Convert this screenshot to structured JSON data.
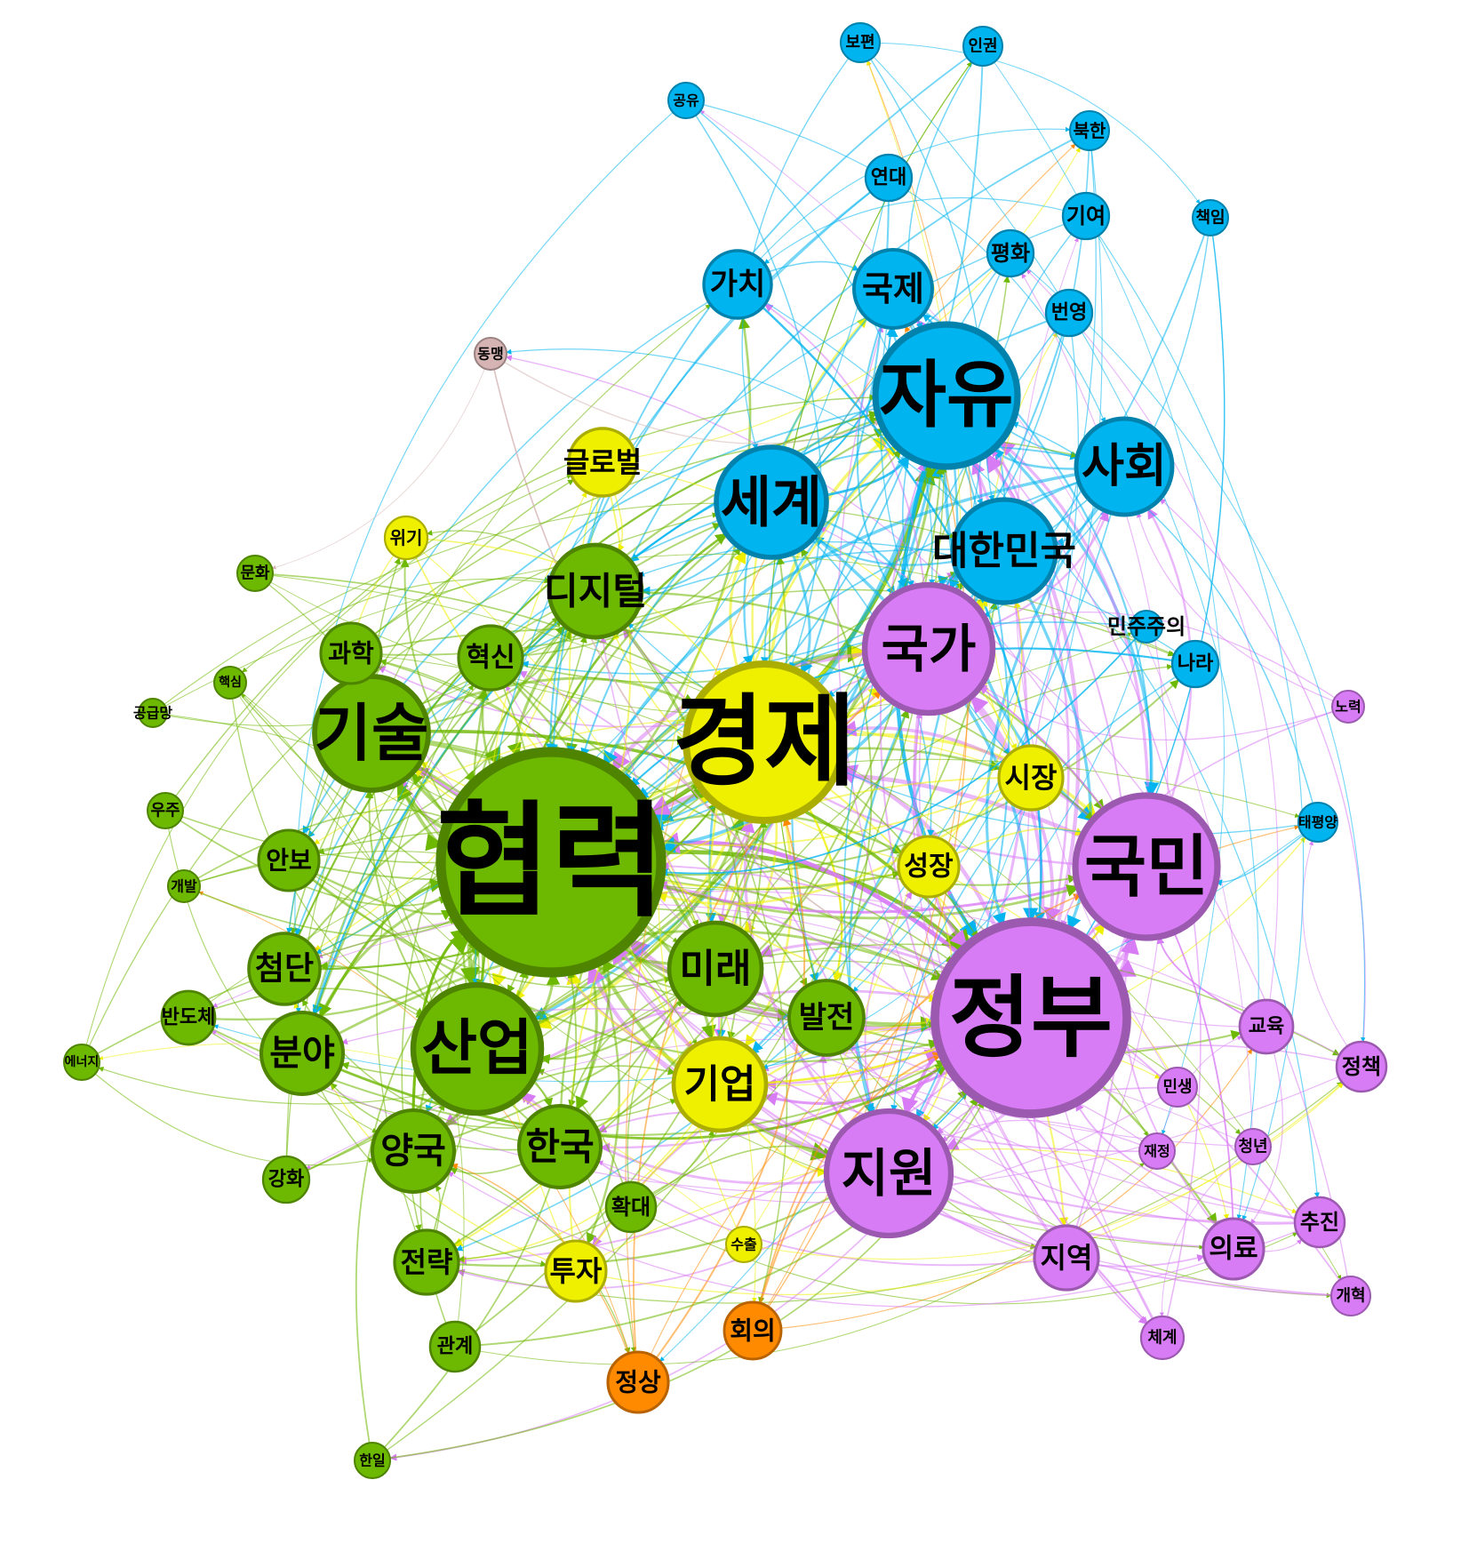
{
  "colors": {
    "blue": "#00b4f0",
    "purple": "#d87cf5",
    "yellow": "#eef000",
    "green": "#6db800",
    "orange": "#ff8a00",
    "pink": "#d6b4b4"
  },
  "nodes": [
    {
      "id": "hyeomnyeok",
      "label": "협력",
      "group": "green"
    },
    {
      "id": "gyeongje",
      "label": "경제",
      "group": "yellow"
    },
    {
      "id": "jeongbu",
      "label": "정부",
      "group": "purple"
    },
    {
      "id": "jayu",
      "label": "자유",
      "group": "blue"
    },
    {
      "id": "gukmin",
      "label": "국민",
      "group": "purple"
    },
    {
      "id": "gisul",
      "label": "기술",
      "group": "green"
    },
    {
      "id": "segye",
      "label": "세계",
      "group": "blue"
    },
    {
      "id": "sanup",
      "label": "산업",
      "group": "green"
    },
    {
      "id": "gukga",
      "label": "국가",
      "group": "purple"
    },
    {
      "id": "jiwon",
      "label": "지원",
      "group": "purple"
    },
    {
      "id": "sahoe",
      "label": "사회",
      "group": "blue"
    },
    {
      "id": "daehanminguk",
      "label": "대한민국",
      "group": "blue"
    },
    {
      "id": "dijiteol",
      "label": "디지털",
      "group": "green"
    },
    {
      "id": "mirae",
      "label": "미래",
      "group": "green"
    },
    {
      "id": "hanguk",
      "label": "한국",
      "group": "green"
    },
    {
      "id": "yangguk",
      "label": "양국",
      "group": "green"
    },
    {
      "id": "bunya",
      "label": "분야",
      "group": "green"
    },
    {
      "id": "gieop",
      "label": "기업",
      "group": "yellow"
    },
    {
      "id": "gukje",
      "label": "국제",
      "group": "blue"
    },
    {
      "id": "balijeon",
      "label": "발전",
      "group": "green"
    },
    {
      "id": "cheomdan",
      "label": "첨단",
      "group": "green"
    },
    {
      "id": "gachi",
      "label": "가치",
      "group": "blue"
    },
    {
      "id": "geullobeol",
      "label": "글로벌",
      "group": "yellow"
    },
    {
      "id": "sijang",
      "label": "시장",
      "group": "yellow"
    },
    {
      "id": "seongjang",
      "label": "성장",
      "group": "yellow"
    },
    {
      "id": "hyeoksin",
      "label": "혁신",
      "group": "green"
    },
    {
      "id": "gwahak",
      "label": "과학",
      "group": "green"
    },
    {
      "id": "anbo",
      "label": "안보",
      "group": "green"
    },
    {
      "id": "jeollyak",
      "label": "전략",
      "group": "green"
    },
    {
      "id": "tuja",
      "label": "투자",
      "group": "yellow"
    },
    {
      "id": "jiyeok",
      "label": "지역",
      "group": "purple"
    },
    {
      "id": "uiryo",
      "label": "의료",
      "group": "purple"
    },
    {
      "id": "jeongsang",
      "label": "정상",
      "group": "orange"
    },
    {
      "id": "hoeui",
      "label": "회의",
      "group": "orange"
    },
    {
      "id": "hwakdae",
      "label": "확대",
      "group": "green"
    },
    {
      "id": "gwangye",
      "label": "관계",
      "group": "green"
    },
    {
      "id": "ganghwa",
      "label": "강화",
      "group": "green"
    },
    {
      "id": "bandoche",
      "label": "반도체",
      "group": "green"
    },
    {
      "id": "gyoyuk",
      "label": "교육",
      "group": "purple"
    },
    {
      "id": "jeongchaek",
      "label": "정책",
      "group": "purple"
    },
    {
      "id": "chujin",
      "label": "추진",
      "group": "purple"
    },
    {
      "id": "minsaeng",
      "label": "민생",
      "group": "purple"
    },
    {
      "id": "cheongnyeon",
      "label": "청년",
      "group": "purple"
    },
    {
      "id": "jaejeong",
      "label": "재정",
      "group": "purple"
    },
    {
      "id": "chegye",
      "label": "체계",
      "group": "purple"
    },
    {
      "id": "gaehyeok",
      "label": "개혁",
      "group": "purple"
    },
    {
      "id": "noryeok",
      "label": "노력",
      "group": "purple"
    },
    {
      "id": "taepyeongyang",
      "label": "태평양",
      "group": "blue"
    },
    {
      "id": "nara",
      "label": "나라",
      "group": "blue"
    },
    {
      "id": "minjujuui",
      "label": "민주주의",
      "group": "blue"
    },
    {
      "id": "pyeonghwa",
      "label": "평화",
      "group": "blue"
    },
    {
      "id": "beonyeong",
      "label": "번영",
      "group": "blue"
    },
    {
      "id": "giyeo",
      "label": "기여",
      "group": "blue"
    },
    {
      "id": "chaegim",
      "label": "책임",
      "group": "blue"
    },
    {
      "id": "yeondae",
      "label": "연대",
      "group": "blue"
    },
    {
      "id": "bukhan",
      "label": "북한",
      "group": "blue"
    },
    {
      "id": "ingwon",
      "label": "인권",
      "group": "blue"
    },
    {
      "id": "bopyeon",
      "label": "보편",
      "group": "blue"
    },
    {
      "id": "gongyu",
      "label": "공유",
      "group": "blue"
    },
    {
      "id": "dongmaeng",
      "label": "동맹",
      "group": "pink"
    },
    {
      "id": "wigi",
      "label": "위기",
      "group": "yellow"
    },
    {
      "id": "munhwa",
      "label": "문화",
      "group": "green"
    },
    {
      "id": "haeksim",
      "label": "핵심",
      "group": "green"
    },
    {
      "id": "gonggeupmang",
      "label": "공급망",
      "group": "green"
    },
    {
      "id": "uju",
      "label": "우주",
      "group": "green"
    },
    {
      "id": "gaebal",
      "label": "개발",
      "group": "green"
    },
    {
      "id": "eneoji",
      "label": "에너지",
      "group": "green"
    },
    {
      "id": "hanil",
      "label": "한일",
      "group": "green"
    },
    {
      "id": "suchul",
      "label": "수출",
      "group": "yellow"
    }
  ]
}
